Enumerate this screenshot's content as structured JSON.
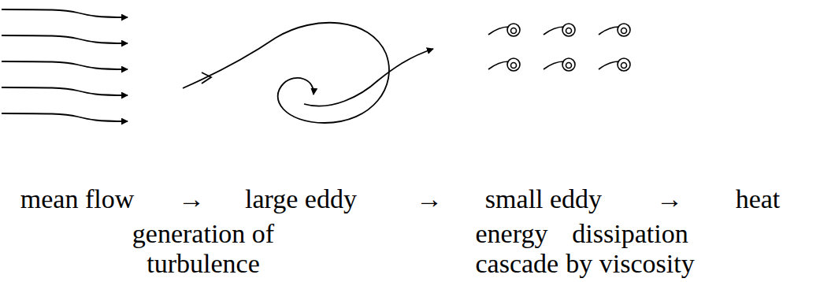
{
  "diagram": {
    "labels": [
      "mean flow",
      "→",
      "large eddy",
      "→",
      "small eddy",
      "→",
      "heat",
      "generation of turbulence",
      "energy cascade",
      "dissipation by viscosity"
    ]
  }
}
